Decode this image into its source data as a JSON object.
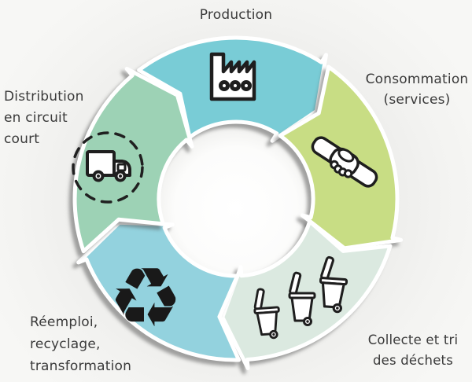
{
  "diagram": {
    "name": "circular-economy-cycle",
    "background_color": "#efefed",
    "center_fill": "#ffffff",
    "text_color": "#3a3a3a",
    "segments": [
      {
        "id": "production",
        "label_lines": [
          "Production"
        ],
        "color": "#79ccd6",
        "icon": "factory-icon",
        "tail_deg": 320,
        "head_deg": 32
      },
      {
        "id": "consommation",
        "label_lines": [
          "Consommation",
          "(services)"
        ],
        "color": "#c8dd84",
        "icon": "handshake-icon",
        "tail_deg": 32,
        "head_deg": 104
      },
      {
        "id": "collecte",
        "label_lines": [
          "Collecte et tri",
          "des déchets"
        ],
        "color": "#dbe9e0",
        "icon": "waste-bins-icon",
        "tail_deg": 104,
        "head_deg": 176
      },
      {
        "id": "reemploi",
        "label_lines": [
          "Réemploi,",
          "recyclage,",
          "transformation"
        ],
        "color": "#93d2de",
        "icon": "recycle-icon",
        "tail_deg": 176,
        "head_deg": 248
      },
      {
        "id": "distribution",
        "label_lines": [
          "Distribution",
          "en circuit",
          "court"
        ],
        "color": "#9dd2b5",
        "icon": "delivery-truck-icon",
        "tail_deg": 248,
        "head_deg": 320
      }
    ],
    "recycle_glyph": "♻"
  }
}
